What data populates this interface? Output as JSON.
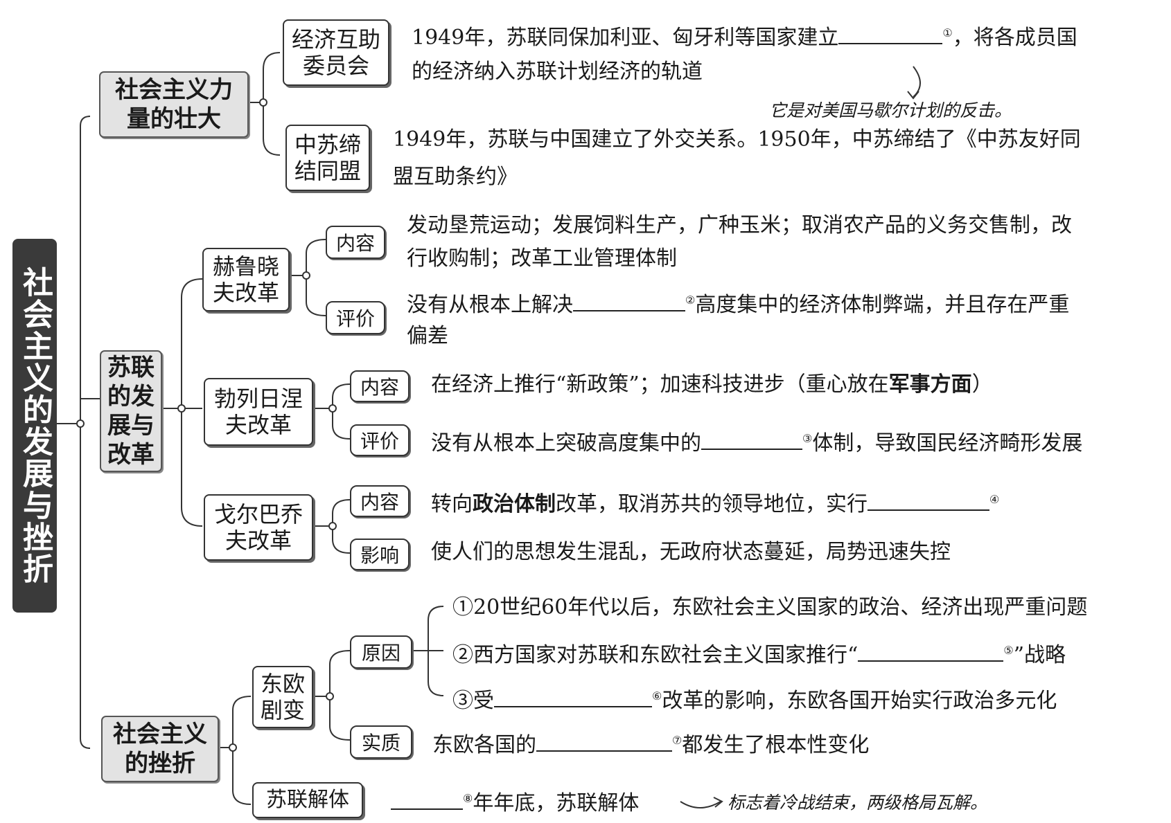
{
  "root": {
    "label": "社会主义的发展与挫折"
  },
  "branches": {
    "growth": {
      "label": "社会主义力量的壮大",
      "comecon": {
        "label": "经济互助委员会",
        "line1_a": "1949年，苏联同保加利亚、匈牙利等国家建立",
        "line1_b": "，将各成员国",
        "line2": "的经济纳入苏联计划经济的轨道",
        "blank_no": "①",
        "note": "它是对美国马歇尔计划的反击。"
      },
      "alliance": {
        "label": "中苏缔结同盟",
        "line1": "1949年，苏联与中国建立了外交关系。1950年，中苏缔结了《中苏友好同",
        "line2": "盟互助条约》"
      }
    },
    "reform": {
      "label": "苏联的发展与改革",
      "khrushchev": {
        "label": "赫鲁晓夫改革",
        "content_label": "内容",
        "content_line1": "发动垦荒运动；发展饲料生产，广种玉米；取消农产品的义务交售制，改",
        "content_line2": "行收购制；改革工业管理体制",
        "eval_label": "评价",
        "eval_a": "没有从根本上解决",
        "eval_no": "②",
        "eval_b": "高度集中的经济体制弊端，并且存在严重",
        "eval_line2": "偏差"
      },
      "brezhnev": {
        "label": "勃列日涅夫改革",
        "content_label": "内容",
        "content_a": "在经济上推行“新政策”；加速科技进步（重心放在",
        "content_bold": "军事方面",
        "content_b": "）",
        "eval_label": "评价",
        "eval_a": "没有从根本上突破高度集中的",
        "eval_no": "③",
        "eval_b": "体制，导致国民经济畸形发展"
      },
      "gorbachev": {
        "label": "戈尔巴乔夫改革",
        "content_label": "内容",
        "content_a": "转向",
        "content_bold": "政治体制",
        "content_b": "改革，取消苏共的领导地位，实行",
        "content_no": "④",
        "impact_label": "影响",
        "impact": "使人们的思想发生混乱，无政府状态蔓延，局势迅速失控"
      }
    },
    "setback": {
      "label": "社会主义的挫折",
      "east_europe": {
        "label": "东欧剧变",
        "cause_label": "原因",
        "cause1": "①20世纪60年代以后，东欧社会主义国家的政治、经济出现严重问题",
        "cause2_a": "②西方国家对苏联和东欧社会主义国家推行“",
        "cause2_no": "⑤",
        "cause2_b": "”战略",
        "cause3_a": "③受",
        "cause3_no": "⑥",
        "cause3_b": "改革的影响，东欧各国开始实行政治多元化",
        "essence_label": "实质",
        "essence_a": "东欧各国的",
        "essence_no": "⑦",
        "essence_b": "都发生了根本性变化"
      },
      "dissolution": {
        "label": "苏联解体",
        "blank_no": "⑧",
        "text": "年年底，苏联解体",
        "note": "标志着冷战结束，两级格局瓦解。"
      }
    }
  }
}
